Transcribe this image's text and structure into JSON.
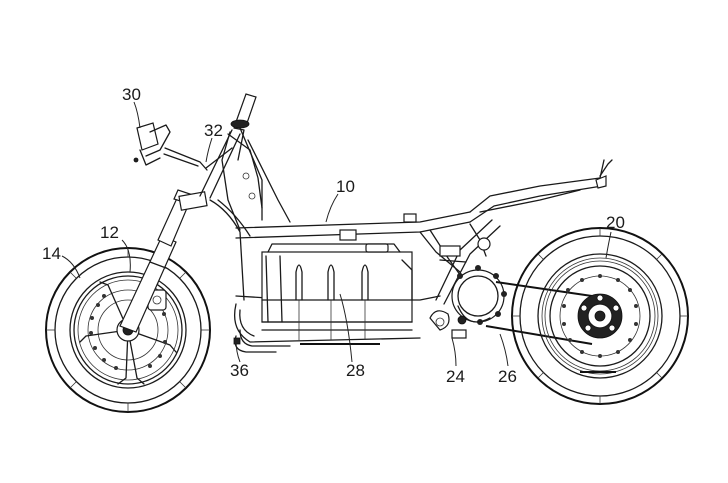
{
  "figure": {
    "subject": "Electric motorcycle frame and drivetrain, side view (patent drawing)",
    "callouts": [
      {
        "id": "10",
        "label": "10",
        "refers_to": "frame"
      },
      {
        "id": "12",
        "label": "12",
        "refers_to": "front wheel hub / fork"
      },
      {
        "id": "14",
        "label": "14",
        "refers_to": "front wheel"
      },
      {
        "id": "20",
        "label": "20",
        "refers_to": "rear wheel"
      },
      {
        "id": "24",
        "label": "24",
        "refers_to": "electric motor"
      },
      {
        "id": "26",
        "label": "26",
        "refers_to": "drive belt"
      },
      {
        "id": "28",
        "label": "28",
        "refers_to": "battery pack"
      },
      {
        "id": "30",
        "label": "30",
        "refers_to": "display unit"
      },
      {
        "id": "32",
        "label": "32",
        "refers_to": "head pipe / steering"
      },
      {
        "id": "36",
        "label": "36",
        "refers_to": "cable / connector"
      }
    ]
  }
}
